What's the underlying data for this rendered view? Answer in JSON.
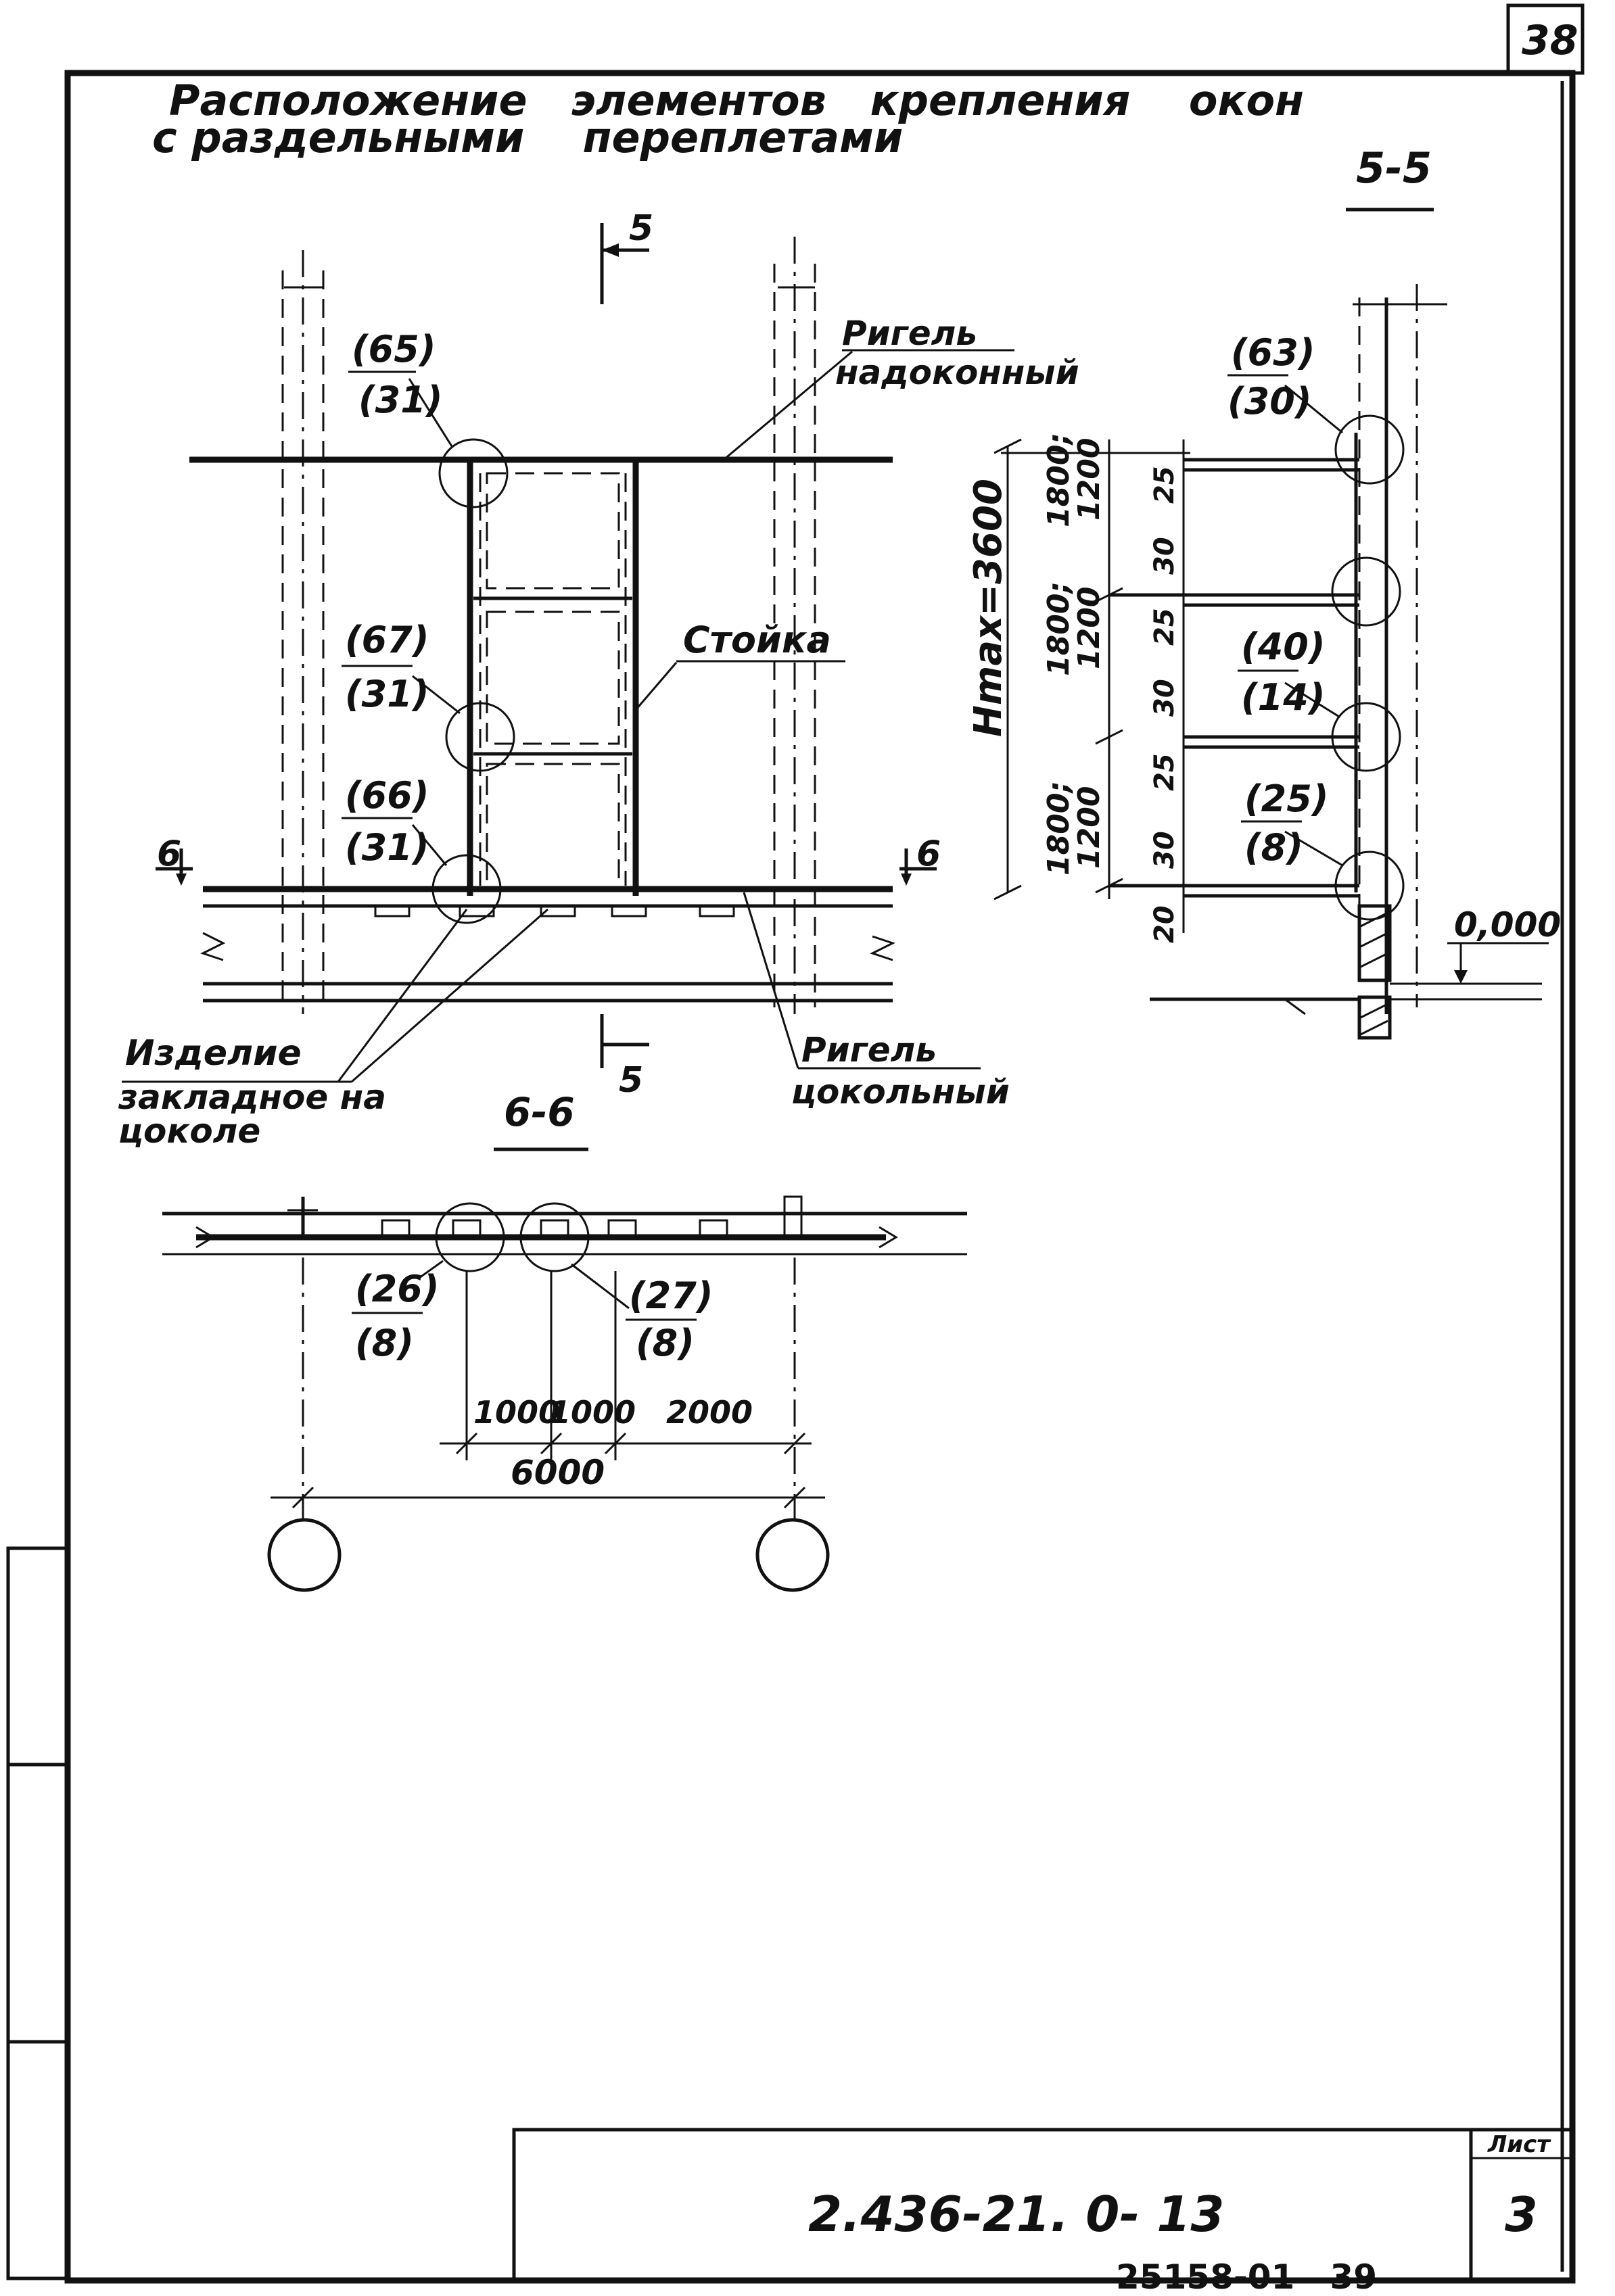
{
  "sheet": {
    "corner_number": "38",
    "title_line1": "Расположение   элементов   крепления    окон",
    "title_line2": "с раздельными    переплетами",
    "doc_code": "2.436-21. 0- 13",
    "sheet_label": "Лист",
    "sheet_number": "3",
    "archive_stamp": "25158-01   39"
  },
  "elevation": {
    "section_marker": "5",
    "riegel_top_line1": "Ригель",
    "riegel_top_line2": "надоконный",
    "post_label": "Стойка",
    "riegel_bottom_line1": "Ригель",
    "riegel_bottom_line2": "цокольный",
    "embed_line1": "Изделие",
    "embed_line2": "закладное на",
    "embed_line3": "цоколе",
    "cut_marker": "6",
    "nodes": [
      {
        "top": "(65)",
        "bottom": "(31)"
      },
      {
        "top": "(67)",
        "bottom": "(31)"
      },
      {
        "top": "(66)",
        "bottom": "(31)"
      }
    ]
  },
  "section55": {
    "title": "5-5",
    "height_label": "Hmax=3600",
    "level_mark": "0,000",
    "tiers": [
      "1800;",
      "1200"
    ],
    "dims": [
      "25",
      "30",
      "25",
      "30",
      "25",
      "30",
      "20"
    ],
    "nodes": [
      {
        "top": "(63)",
        "bottom": "(30)"
      },
      {
        "top": "(40)",
        "bottom": "(14)"
      },
      {
        "top": "(25)",
        "bottom": "(8)"
      }
    ]
  },
  "section66": {
    "title": "6-6",
    "nodes": [
      {
        "top": "(26)",
        "bottom": "(8)"
      },
      {
        "top": "(27)",
        "bottom": "(8)"
      }
    ],
    "dim_a": "1000",
    "dim_b": "1000",
    "dim_c": "2000",
    "dim_total": "6000"
  }
}
